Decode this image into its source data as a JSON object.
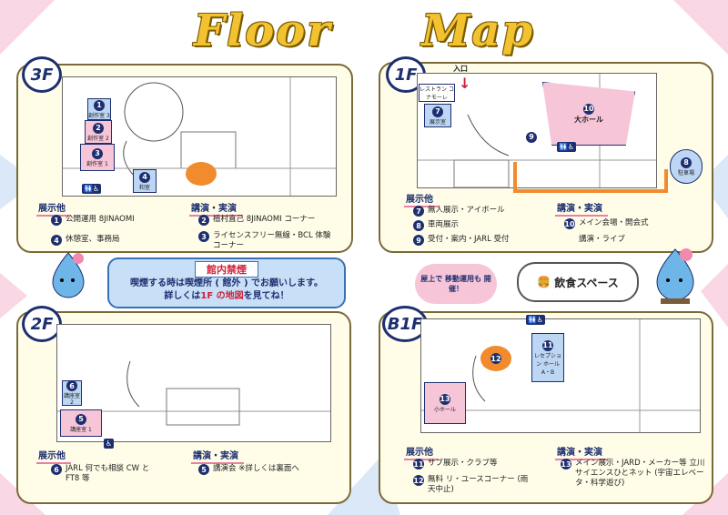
{
  "title_words": [
    "Floor",
    "Map"
  ],
  "floors": {
    "f3": {
      "badge": "3F",
      "rooms": [
        "創作室 3",
        "創作室 2",
        "創作室 1",
        "和室"
      ],
      "room_nums": [
        "1",
        "2",
        "3",
        "4"
      ],
      "exhibit_head": "展示他",
      "lecture_head": "講演・実演",
      "exhibits": [
        {
          "n": "1",
          "t": "公開運用 8JINAOMI"
        },
        {
          "n": "4",
          "t": "休憩室、事務局"
        }
      ],
      "lectures": [
        {
          "n": "2",
          "t": "植村直己 8JINAOMI コーナー"
        },
        {
          "n": "3",
          "t": "ライセンスフリー無線・BCL 体験コーナー"
        }
      ]
    },
    "f2": {
      "badge": "2F",
      "rooms": [
        "講座室 2",
        "講座室 1"
      ],
      "room_nums": [
        "6",
        "5"
      ],
      "exhibit_head": "展示他",
      "lecture_head": "講演・実演",
      "exhibits": [
        {
          "n": "6",
          "t": "JARL 何でも相談 CW と FT8 等"
        }
      ],
      "lectures": [
        {
          "n": "5",
          "t": "講演会 ※詳しくは裏面へ"
        }
      ]
    },
    "f1": {
      "badge": "1F",
      "entrance": "入口",
      "rooms": [
        "レストラン コナモーレ",
        "展示室",
        "大ホール",
        "駐車場"
      ],
      "room_nums": [
        "7",
        "10",
        "9",
        "8"
      ],
      "exhibit_head": "展示他",
      "lecture_head": "講演・実演",
      "exhibits": [
        {
          "n": "7",
          "t": "無人展示・アイボール"
        },
        {
          "n": "8",
          "t": "車両展示"
        },
        {
          "n": "9",
          "t": "受付・案内・JARL 受付"
        }
      ],
      "lectures": [
        {
          "n": "10",
          "t": "メイン会場・開会式"
        },
        {
          "n": "",
          "t": "講演・ライブ"
        }
      ]
    },
    "b1": {
      "badge": "B1F",
      "rooms": [
        "レセプション ホール A・B",
        "小ホール"
      ],
      "room_nums": [
        "11",
        "12",
        "13"
      ],
      "exhibit_head": "展示他",
      "lecture_head": "講演・実演",
      "exhibits": [
        {
          "n": "11",
          "t": "サブ展示・クラブ等"
        },
        {
          "n": "12",
          "t": "無料 リ・ユースコーナー (雨天中止)"
        }
      ],
      "lectures": [
        {
          "n": "13",
          "t": "メイン展示・JARD・メーカー等 立川サイエンスひとネット (宇宙エレベータ・科学遊び)"
        }
      ]
    }
  },
  "notice": {
    "head": "館内禁煙",
    "line1": "喫煙する時は喫煙所 ( 館外 ) でお願いします。",
    "line2a": "詳しくは",
    "line2b": "1F の地図",
    "line2c": "を見てね！"
  },
  "food": {
    "label": "飲食スペース"
  },
  "bubble": {
    "text": "屋上で 移動運用も 開催！"
  },
  "colors": {
    "navy": "#1d2f6f",
    "pink": "#f7c5d8",
    "gold": "#f2c230"
  }
}
